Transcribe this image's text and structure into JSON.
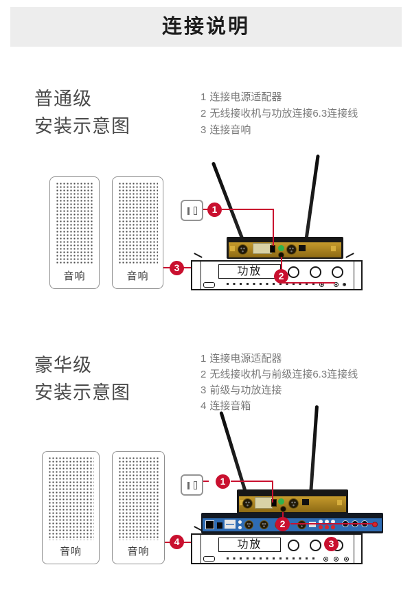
{
  "page": {
    "title": "连接说明"
  },
  "colors": {
    "accent_red": "#c9102f",
    "header_bg": "#ededed",
    "receiver_gold": "#b28524",
    "preamp_blue": "#2e6cb4",
    "power_led_green": "#2fb34c"
  },
  "sections": [
    {
      "heading_line1": "普通级",
      "heading_line2": "安装示意图",
      "steps": [
        {
          "num": "1",
          "text": "连接电源适配器"
        },
        {
          "num": "2",
          "text": "无线接收机与功放连接6.3连接线"
        },
        {
          "num": "3",
          "text": "连接音响"
        }
      ],
      "diagram": {
        "speaker_label": "音响",
        "amp_label": "功放",
        "markers": [
          "1",
          "2",
          "3"
        ],
        "devices": [
          "speaker",
          "speaker",
          "power-plug",
          "wireless-receiver",
          "amplifier"
        ]
      }
    },
    {
      "heading_line1": "豪华级",
      "heading_line2": "安装示意图",
      "steps": [
        {
          "num": "1",
          "text": "连接电源适配器"
        },
        {
          "num": "2",
          "text": "无线接收机与前级连接6.3连接线"
        },
        {
          "num": "3",
          "text": "前级与功放连接"
        },
        {
          "num": "4",
          "text": "连接音箱"
        }
      ],
      "diagram": {
        "speaker_label": "音响",
        "amp_label": "功放",
        "markers": [
          "1",
          "2",
          "3",
          "4"
        ],
        "devices": [
          "speaker",
          "speaker",
          "power-plug",
          "wireless-receiver",
          "preamp",
          "amplifier"
        ]
      }
    }
  ]
}
